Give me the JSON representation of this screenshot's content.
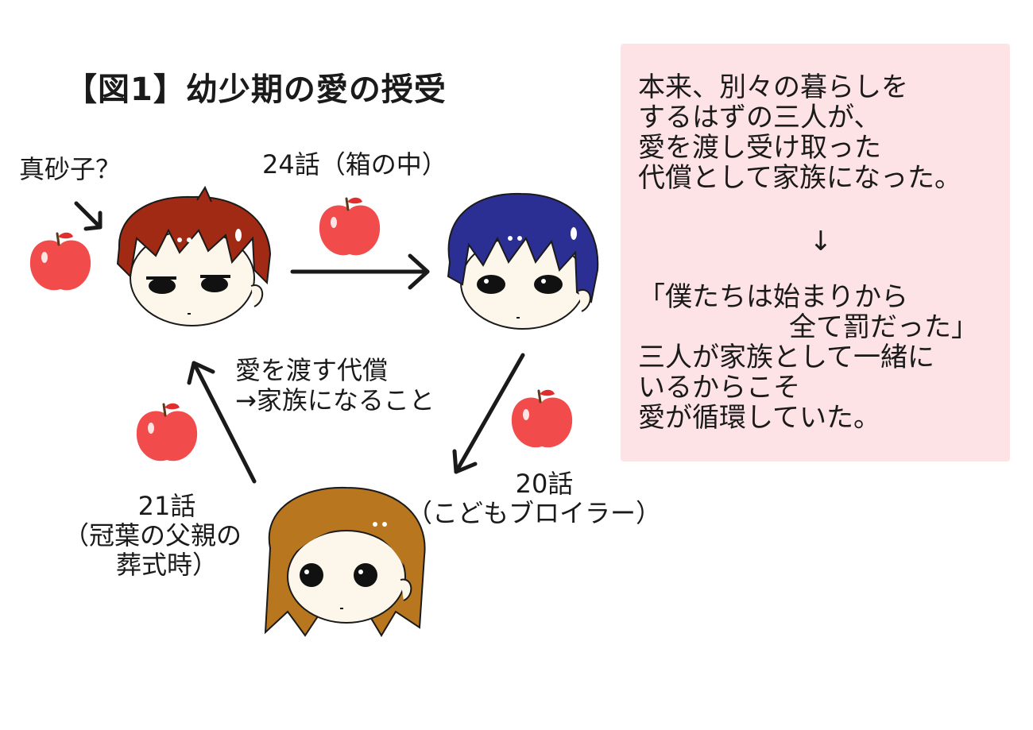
{
  "title": "【図1】幼少期の愛の授受",
  "labels": {
    "masako": "真砂子？",
    "ep24": "24話（箱の中）",
    "center_line1": "愛を渡す代償",
    "center_line2": "→家族になること",
    "ep20_line1": "20話",
    "ep20_line2": "（こどもブロイラー）",
    "ep21_line1": "21話",
    "ep21_line2": "（冠葉の父親の",
    "ep21_line3": "葬式時）"
  },
  "note": {
    "lines": [
      "本来、別々の暮らしを",
      "するはずの三人が、",
      "愛を渡し受け取った",
      "代償として家族になった。"
    ],
    "arrow": "↓",
    "quote_line1": "「僕たちは始まりから",
    "quote_line2": "全て罰だった」",
    "lines2": [
      "三人が家族として一緒に",
      "いるからこそ",
      "愛が循環していた。"
    ]
  },
  "colors": {
    "apple": "#f24b4b",
    "note_bg": "#fde3e5",
    "red_hair": "#a12a14",
    "blue_hair": "#2b2f94",
    "brown_hair": "#b8761e",
    "skin": "#fdf6ea"
  }
}
